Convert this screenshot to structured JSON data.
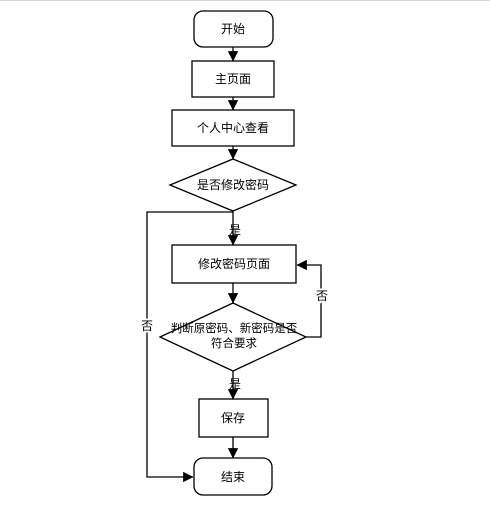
{
  "flowchart": {
    "nodes": {
      "start": "开始",
      "home_page": "主页面",
      "personal_center": "个人中心查看",
      "modify_password_decision": "是否修改密码",
      "modify_password_page": "修改密码页面",
      "verify_decision_line1": "判断原密码、新密码是否",
      "verify_decision_line2": "符合要求",
      "save": "保存",
      "end": "结束"
    },
    "edge_labels": {
      "modify_yes": "是",
      "modify_no": "否",
      "verify_yes": "是",
      "verify_no": "否"
    },
    "colors": {
      "stroke": "#000000",
      "fill": "#ffffff",
      "text": "#000000"
    }
  }
}
